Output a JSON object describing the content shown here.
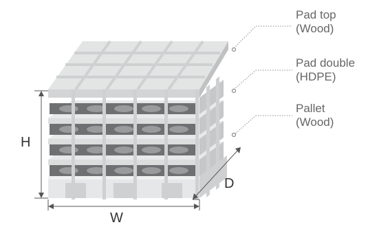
{
  "callouts": [
    {
      "line1": "Pad top",
      "line2": "(Wood)"
    },
    {
      "line1": "Pad double",
      "line2": "(HDPE)"
    },
    {
      "line1": "Pallet",
      "line2": "(Wood)"
    }
  ],
  "dimensions": {
    "height": "H",
    "width": "W",
    "depth": "D"
  },
  "colors": {
    "wood": "#e3e4e4",
    "hdpe": "#6f7072",
    "strap": "#cfd0d1",
    "line": "#8a8b8c",
    "text": "#666666"
  }
}
